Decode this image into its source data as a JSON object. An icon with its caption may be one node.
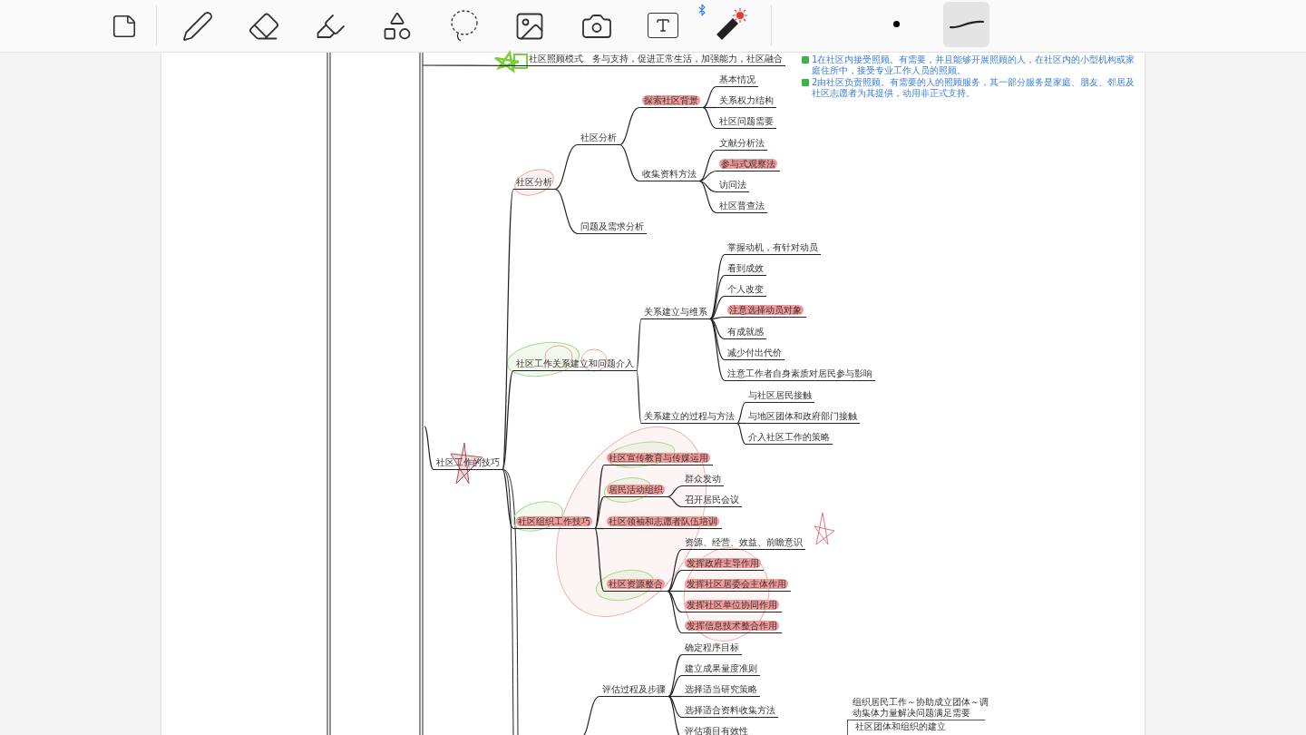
{
  "diagram": {
    "nodes": [
      {
        "text": [
          "社区照顾模式"
        ]
      },
      {
        "text": [
          "务与支持，促进正常生活，加强能力，社区融合"
        ]
      },
      {
        "text": [
          "社区工作的技巧"
        ]
      },
      {
        "text": [
          "社区分析"
        ]
      },
      {
        "text": [
          "社区分析"
        ]
      },
      {
        "text": [
          "探索社区背景"
        ]
      },
      {
        "text": [
          "基本情况"
        ]
      },
      {
        "text": [
          "关系权力结构"
        ]
      },
      {
        "text": [
          "社区问题需要"
        ]
      },
      {
        "text": [
          "收集资料方法"
        ]
      },
      {
        "text": [
          "文献分析法"
        ]
      },
      {
        "text": [
          "参与式观察法"
        ]
      },
      {
        "text": [
          "访问法"
        ]
      },
      {
        "text": [
          "社区普查法"
        ]
      },
      {
        "text": [
          "问题及需求分析"
        ]
      },
      {
        "text": [
          "社区工作关系建立和问题介入"
        ]
      },
      {
        "text": [
          "关系建立与维系"
        ]
      },
      {
        "text": [
          "掌握动机，有针对动员"
        ]
      },
      {
        "text": [
          "看到成效"
        ]
      },
      {
        "text": [
          "个人改变"
        ]
      },
      {
        "text": [
          "注意选择动员对象"
        ]
      },
      {
        "text": [
          "有成就感"
        ]
      },
      {
        "text": [
          "减少付出代价"
        ]
      },
      {
        "text": [
          "注意工作者自身素质对居民参与影响"
        ]
      },
      {
        "text": [
          "关系建立的过程与方法"
        ]
      },
      {
        "text": [
          "与社区居民接触"
        ]
      },
      {
        "text": [
          "与地区团体和政府部门接触"
        ]
      },
      {
        "text": [
          "介入社区工作的策略"
        ]
      },
      {
        "text": [
          "社区组织工作技巧"
        ]
      },
      {
        "text": [
          "社区宣传教育与传媒运用"
        ]
      },
      {
        "text": [
          "居民活动组织"
        ]
      },
      {
        "text": [
          "群众发动"
        ]
      },
      {
        "text": [
          "召开居民会议"
        ]
      },
      {
        "text": [
          "社区领袖和志愿者队伍培训"
        ]
      },
      {
        "text": [
          "社区资源整合"
        ]
      },
      {
        "text": [
          "资源、经营、效益、前瞻意识"
        ]
      },
      {
        "text": [
          "发挥政府主导作用"
        ]
      },
      {
        "text": [
          "发挥社区居委会主体作用"
        ]
      },
      {
        "text": [
          "发挥社区单位协同作用"
        ]
      },
      {
        "text": [
          "发挥信息技术整合作用"
        ]
      },
      {
        "text": [
          "评估过程及步骤"
        ]
      },
      {
        "text": [
          "确定程序目标"
        ]
      },
      {
        "text": [
          "建立成果量度准则"
        ]
      },
      {
        "text": [
          "选择适当研究策略"
        ]
      },
      {
        "text": [
          "选择适合资料收集方法"
        ]
      },
      {
        "text": [
          "评估项目有效性"
        ]
      }
    ],
    "edges": [
      {
        "from": null,
        "to": 0,
        "arrow": "none"
      },
      {
        "from": 0,
        "to": 1,
        "arrow": "none"
      },
      {
        "from": null,
        "to": 2,
        "arrow": "none"
      },
      {
        "from": 2,
        "to": 3,
        "arrow": "none"
      },
      {
        "from": 3,
        "to": 4,
        "arrow": "none"
      },
      {
        "from": 4,
        "to": 5,
        "arrow": "none"
      },
      {
        "from": 5,
        "to": 6,
        "arrow": "none"
      },
      {
        "from": 5,
        "to": 7,
        "arrow": "none"
      },
      {
        "from": 5,
        "to": 8,
        "arrow": "none"
      },
      {
        "from": 4,
        "to": 9,
        "arrow": "none"
      },
      {
        "from": 9,
        "to": 10,
        "arrow": "none"
      },
      {
        "from": 9,
        "to": 11,
        "arrow": "none"
      },
      {
        "from": 9,
        "to": 12,
        "arrow": "none"
      },
      {
        "from": 9,
        "to": 13,
        "arrow": "none"
      },
      {
        "from": 3,
        "to": 14,
        "arrow": "none"
      },
      {
        "from": 2,
        "to": 15,
        "arrow": "none"
      },
      {
        "from": 15,
        "to": 16,
        "arrow": "none"
      },
      {
        "from": 16,
        "to": 17,
        "arrow": "none"
      },
      {
        "from": 16,
        "to": 18,
        "arrow": "none"
      },
      {
        "from": 16,
        "to": 19,
        "arrow": "none"
      },
      {
        "from": 16,
        "to": 20,
        "arrow": "none"
      },
      {
        "from": 16,
        "to": 21,
        "arrow": "none"
      },
      {
        "from": 16,
        "to": 22,
        "arrow": "none"
      },
      {
        "from": 16,
        "to": 23,
        "arrow": "none"
      },
      {
        "from": 15,
        "to": 24,
        "arrow": "none"
      },
      {
        "from": 24,
        "to": 25,
        "arrow": "none"
      },
      {
        "from": 24,
        "to": 26,
        "arrow": "none"
      },
      {
        "from": 24,
        "to": 27,
        "arrow": "none"
      },
      {
        "from": 2,
        "to": 28,
        "arrow": "none"
      },
      {
        "from": 28,
        "to": 29,
        "arrow": "none"
      },
      {
        "from": 28,
        "to": 30,
        "arrow": "none"
      },
      {
        "from": 30,
        "to": 31,
        "arrow": "none"
      },
      {
        "from": 30,
        "to": 32,
        "arrow": "none"
      },
      {
        "from": 28,
        "to": 33,
        "arrow": "none"
      },
      {
        "from": 28,
        "to": 34,
        "arrow": "none"
      },
      {
        "from": 34,
        "to": 35,
        "arrow": "none"
      },
      {
        "from": 34,
        "to": 36,
        "arrow": "none"
      },
      {
        "from": 34,
        "to": 37,
        "arrow": "none"
      },
      {
        "from": 34,
        "to": 38,
        "arrow": "none"
      },
      {
        "from": 34,
        "to": 39,
        "arrow": "none"
      },
      {
        "from": null,
        "to": 40,
        "arrow": "none"
      },
      {
        "from": 40,
        "to": 41,
        "arrow": "none"
      },
      {
        "from": 40,
        "to": 42,
        "arrow": "none"
      },
      {
        "from": 40,
        "to": 43,
        "arrow": "none"
      },
      {
        "from": 40,
        "to": 44,
        "arrow": "none"
      },
      {
        "from": 40,
        "to": 45,
        "arrow": "none"
      }
    ],
    "labels": [
      "1在社区内接受照顾。有需要，并且能够开展照顾的人，在社区内的小型机构或家庭住所中，接受专业工作人员的照顾。",
      "2由社区负责照顾。有需要的人的照顾服务，其一部分服务是家庭、朋友、邻居及社区志愿者为其提供，动用非正式支持。",
      "组织居民工作～协助成立团体～调动集体力量解决问题满足需要",
      "社区团体和组织的建立"
    ]
  }
}
